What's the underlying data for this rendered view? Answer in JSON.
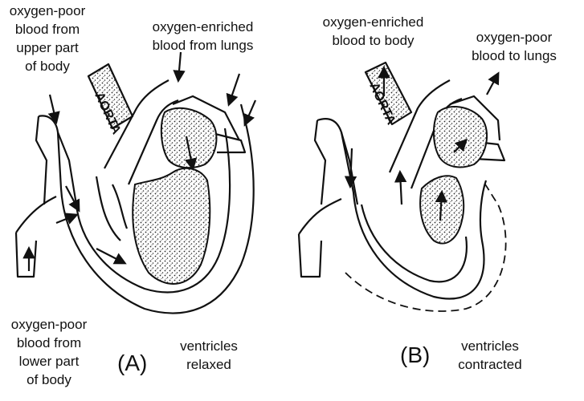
{
  "panel_a": {
    "label": "(A)",
    "caption": "ventricles\nrelaxed",
    "aorta_text": "AORTA",
    "labels": {
      "upper_inflow": "oxygen-poor\nblood from\nupper part\nof body",
      "lung_inflow": "oxygen-enriched\nblood from lungs",
      "lower_inflow": "oxygen-poor\nblood from\nlower part\nof body"
    }
  },
  "panel_b": {
    "label": "(B)",
    "caption": "ventricles\ncontracted",
    "aorta_text": "AORTA",
    "labels": {
      "body_outflow": "oxygen-enriched\nblood to body",
      "lung_outflow": "oxygen-poor\nblood to lungs"
    }
  },
  "colors": {
    "ink": "#111111",
    "background": "#ffffff",
    "stipple": "#2a2a2a"
  }
}
